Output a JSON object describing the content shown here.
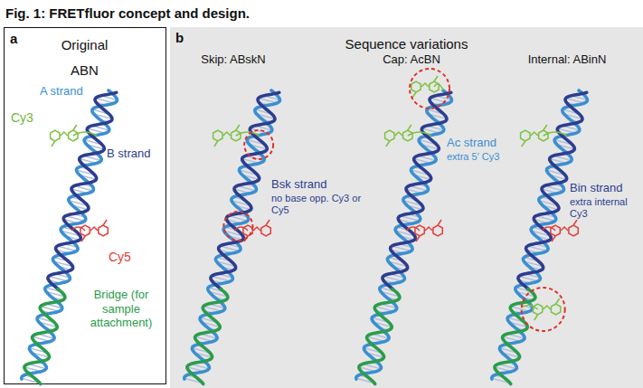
{
  "diagram": {
    "title": "Fig. 1: FRETfluor concept and design.",
    "nodes": [
      {
        "text": [
          "a",
          "Original",
          "ABN"
        ]
      },
      {
        "text": [
          "b",
          "Sequence variations"
        ]
      }
    ],
    "labels": [
      "A strand",
      "Cy3",
      "B strand",
      "Cy5",
      "Bridge (for sample attachment)",
      "Skip: ABskN",
      "Cap: AcBN",
      "Internal: ABinN",
      "Bsk strand",
      "no base opp. Cy3 or Cy5",
      "Ac strand",
      "extra 5′ Cy3",
      "Bin strand",
      "extra internal Cy3"
    ]
  }
}
